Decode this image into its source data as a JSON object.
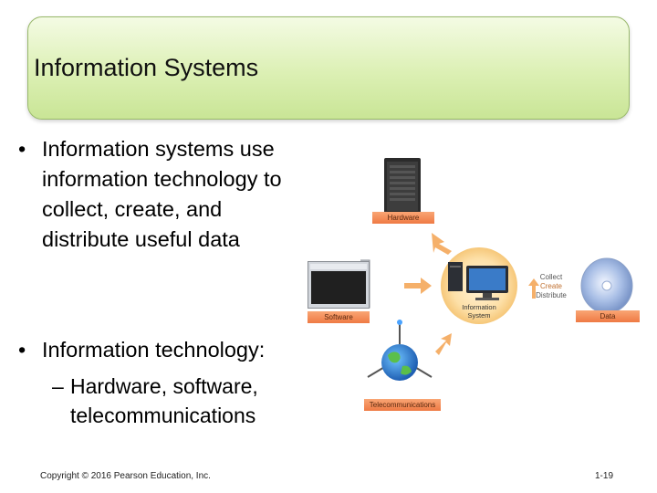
{
  "title": "Information Systems",
  "bullets": [
    {
      "marker": "•",
      "lines": [
        "Information systems use",
        "information technology to",
        "collect, create, and",
        "distribute useful data"
      ]
    },
    {
      "marker": "•",
      "lines": [
        "Information technology:"
      ]
    }
  ],
  "sub_bullet": {
    "marker": "–",
    "lines": [
      "Hardware, software,",
      "telecommunications"
    ]
  },
  "diagram": {
    "hardware_label": "Hardware",
    "software_label": "Software",
    "telecom_label": "Telecommunications",
    "data_label": "Data",
    "center_label_1": "Information",
    "center_label_2": "System",
    "action_collect": "Collect",
    "action_create": "Create",
    "action_distribute": "Distribute"
  },
  "footer": {
    "copyright": "Copyright © 2016 Pearson Education, Inc.",
    "page_number": "1-19"
  },
  "colors": {
    "title_fill": "#d6eeaa",
    "title_border": "#98b86a",
    "label_orange": "#f08a52",
    "arrow_orange": "#f5b06a"
  }
}
